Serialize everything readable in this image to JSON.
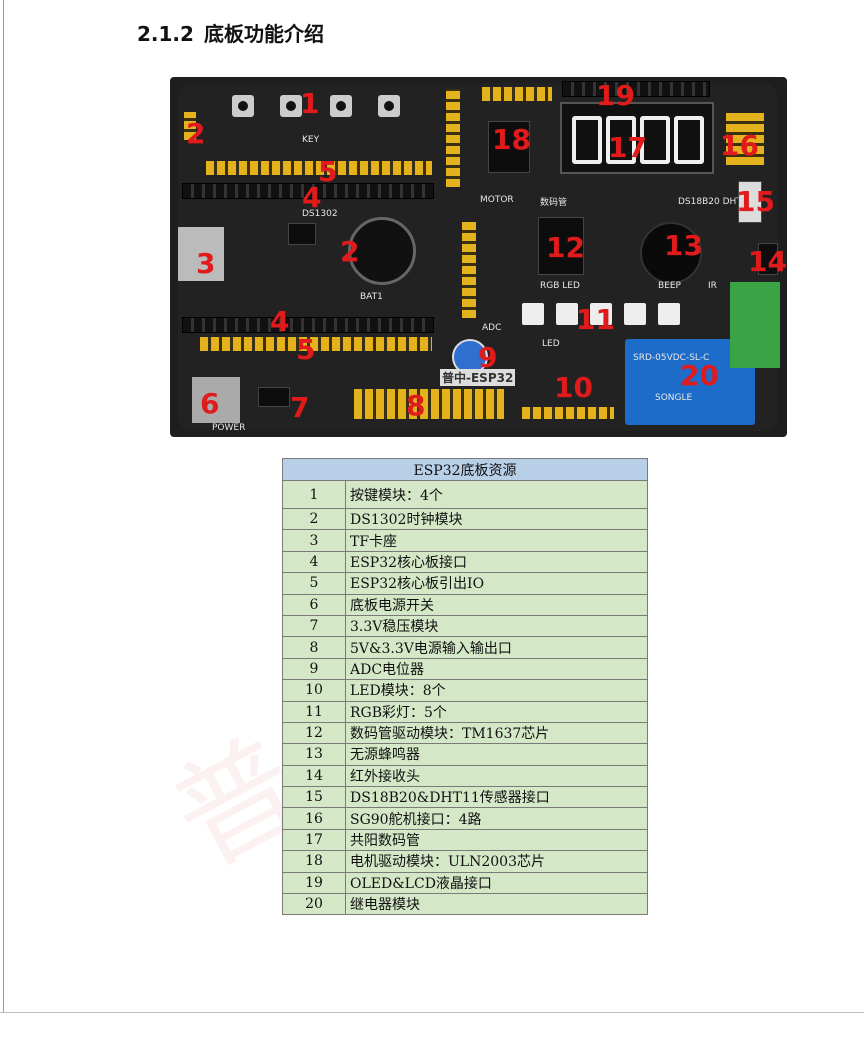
{
  "section": {
    "number": "2.1.2",
    "title": "底板功能介绍"
  },
  "watermark_text": "普中科技",
  "board": {
    "silkscreen": [
      "KEY",
      "MOTOR",
      "数码管",
      "RGB LED",
      "BEEP",
      "DS18B20 DHT11",
      "DS1302",
      "普中-ESP32",
      "POWER",
      "ADC",
      "LED",
      "IR",
      "BAT1",
      "SRD-05VDC-SL-C",
      "SONGLE"
    ],
    "callouts": [
      "1",
      "2",
      "2",
      "3",
      "4",
      "4",
      "5",
      "5",
      "6",
      "7",
      "8",
      "9",
      "10",
      "11",
      "12",
      "13",
      "14",
      "15",
      "16",
      "17",
      "18",
      "19",
      "20"
    ]
  },
  "table": {
    "header": "ESP32底板资源",
    "rows": [
      {
        "idx": "1",
        "desc": "按键模块：4个"
      },
      {
        "idx": "2",
        "desc": "DS1302时钟模块"
      },
      {
        "idx": "3",
        "desc": "TF卡座"
      },
      {
        "idx": "4",
        "desc": "ESP32核心板接口"
      },
      {
        "idx": "5",
        "desc": "ESP32核心板引出IO"
      },
      {
        "idx": "6",
        "desc": "底板电源开关"
      },
      {
        "idx": "7",
        "desc": "3.3V稳压模块"
      },
      {
        "idx": "8",
        "desc": "5V&3.3V电源输入输出口"
      },
      {
        "idx": "9",
        "desc": "ADC电位器"
      },
      {
        "idx": "10",
        "desc": "LED模块：8个"
      },
      {
        "idx": "11",
        "desc": "RGB彩灯：5个"
      },
      {
        "idx": "12",
        "desc": "数码管驱动模块：TM1637芯片"
      },
      {
        "idx": "13",
        "desc": "无源蜂鸣器"
      },
      {
        "idx": "14",
        "desc": "红外接收头"
      },
      {
        "idx": "15",
        "desc": "DS18B20&DHT11传感器接口"
      },
      {
        "idx": "16",
        "desc": "SG90舵机接口：4路"
      },
      {
        "idx": "17",
        "desc": "共阳数码管"
      },
      {
        "idx": "18",
        "desc": "电机驱动模块：ULN2003芯片"
      },
      {
        "idx": "19",
        "desc": "OLED&LCD液晶接口"
      },
      {
        "idx": "20",
        "desc": "继电器模块"
      }
    ]
  }
}
